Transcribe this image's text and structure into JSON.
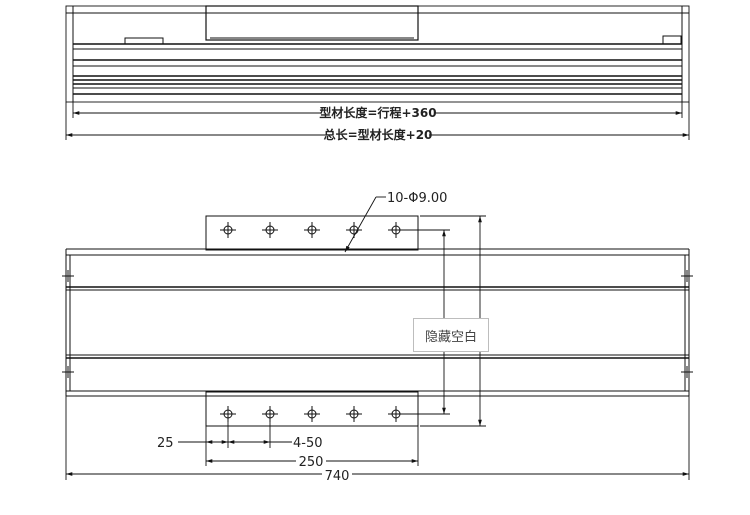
{
  "labels": {
    "profile_length": "型材长度=行程+360",
    "total_length": "总长=型材长度+20",
    "holes": "10-Φ9.00",
    "dim_25": "25",
    "dim_4_50": "4-50",
    "dim_250": "250",
    "dim_740": "740",
    "hidden_blank": "隐藏空白"
  }
}
